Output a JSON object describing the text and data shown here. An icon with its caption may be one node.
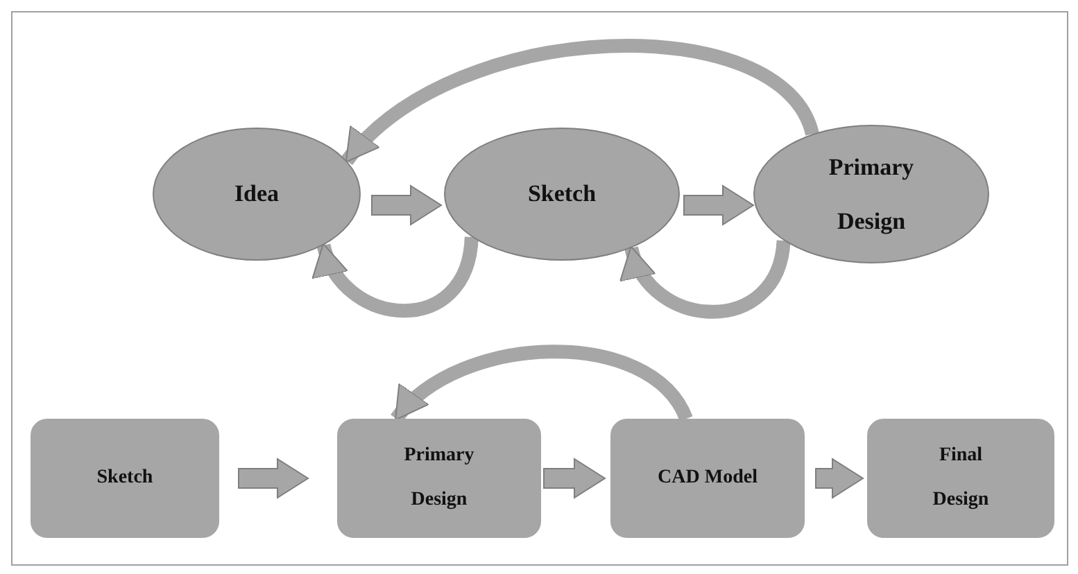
{
  "diagram": {
    "nodes": [
      {
        "text": [
          "Idea"
        ]
      },
      {
        "text": [
          "Sketch"
        ]
      },
      {
        "text": [
          "Primary Design"
        ]
      },
      {
        "text": [
          "Sketch"
        ]
      },
      {
        "text": [
          "Primary Design"
        ]
      },
      {
        "text": [
          "CAD Model"
        ]
      },
      {
        "text": [
          "Final Design"
        ]
      }
    ],
    "edges": [
      {
        "from": 0,
        "to": 1,
        "arrow": "to"
      },
      {
        "from": 1,
        "to": 2,
        "arrow": "to"
      },
      {
        "from": 2,
        "to": 0,
        "arrow": "to"
      },
      {
        "from": 1,
        "to": 0,
        "arrow": "to"
      },
      {
        "from": 2,
        "to": 1,
        "arrow": "to"
      },
      {
        "from": 3,
        "to": 4,
        "arrow": "to"
      },
      {
        "from": 4,
        "to": 5,
        "arrow": "to"
      },
      {
        "from": 5,
        "to": 6,
        "arrow": "to"
      },
      {
        "from": 5,
        "to": 4,
        "arrow": "to"
      }
    ]
  }
}
